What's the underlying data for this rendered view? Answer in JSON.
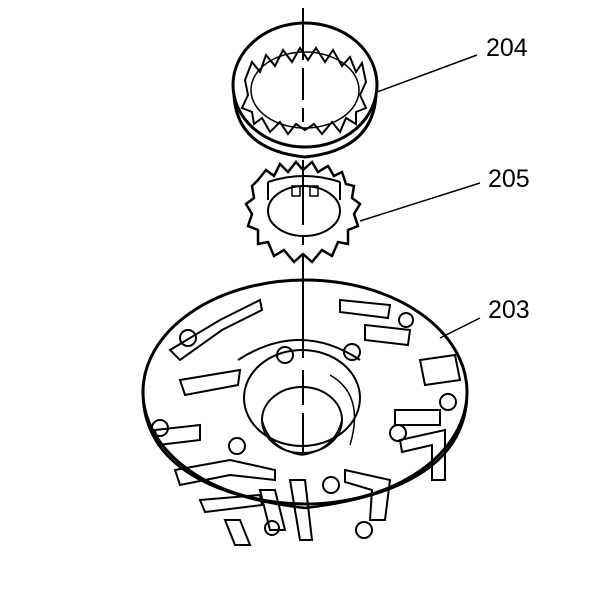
{
  "diagram": {
    "type": "exploded-parts-view",
    "stroke_color": "#000000",
    "background": "#ffffff",
    "parts": [
      {
        "id": "204",
        "label": "204",
        "description": "pump-outer-rotor-ring-gear"
      },
      {
        "id": "205",
        "label": "205",
        "description": "pump-inner-rotor-drive-gear"
      },
      {
        "id": "203",
        "label": "203",
        "description": "pump-body"
      }
    ]
  }
}
